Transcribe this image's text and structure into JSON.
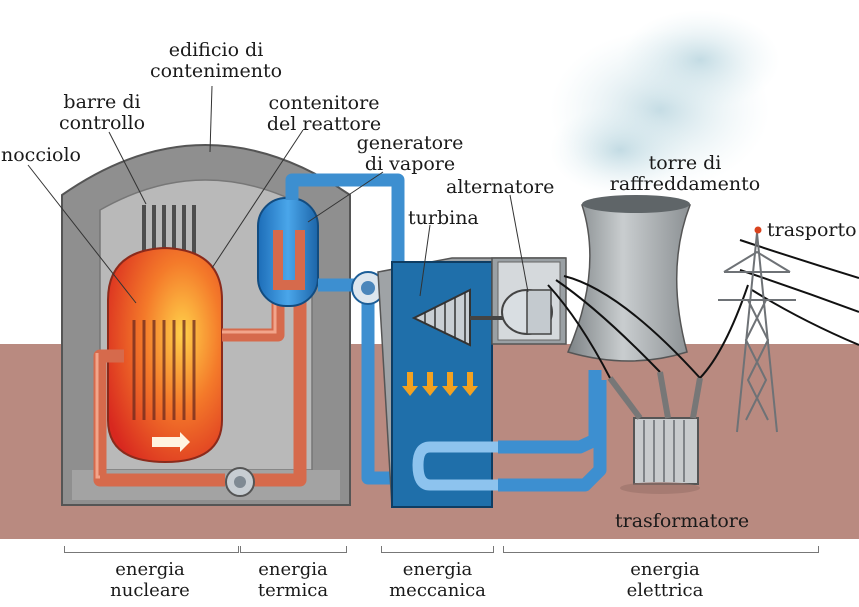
{
  "labels": {
    "edificio": [
      "edificio di",
      "contenimento"
    ],
    "barre": [
      "barre di",
      "controllo"
    ],
    "nocciolo": "nocciolo",
    "contenitore": [
      "contenitore",
      "del reattore"
    ],
    "generatore": [
      "generatore",
      "di vapore"
    ],
    "alternatore": "alternatore",
    "turbina": "turbina",
    "torre": [
      "torre di",
      "raffreddamento"
    ],
    "trasporto": "trasporto",
    "trasformatore": "trasformatore"
  },
  "stages": [
    [
      "energia",
      "nucleare"
    ],
    [
      "energia",
      "termica"
    ],
    [
      "energia",
      "meccanica"
    ],
    [
      "energia",
      "elettrica"
    ]
  ],
  "colors": {
    "ground": "#b98a80",
    "building": "#8f8f8f",
    "reactor_hot": "#e8352a",
    "pipe_hot": "#d66a4c",
    "pipe_cold": "#3d8fd0",
    "turbine_hall": "#1f6faa"
  }
}
